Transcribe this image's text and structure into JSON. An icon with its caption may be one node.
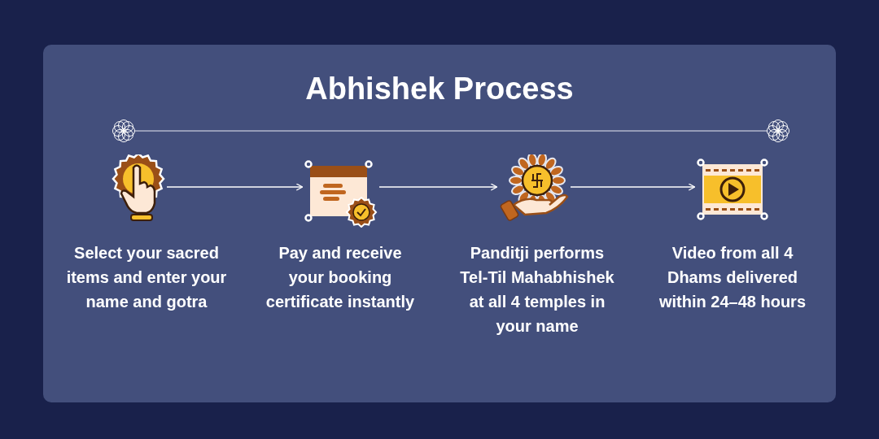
{
  "diagram": {
    "title": "Abhishek Process",
    "nodes": [
      {
        "text": [
          "Select your sacred items and enter your name and gotra"
        ]
      },
      {
        "text": [
          "Pay and receive your booking certificate instantly"
        ]
      },
      {
        "text": [
          "Panditji performs Tel-Til Mahabhishek at all 4 temples in your name"
        ]
      },
      {
        "text": [
          "Video from all 4 Dhams delivered within 24–48 hours"
        ]
      }
    ],
    "edges": [
      {
        "from": 0,
        "to": 1,
        "arrow": "to"
      },
      {
        "from": 1,
        "to": 2,
        "arrow": "to"
      },
      {
        "from": 2,
        "to": 3,
        "arrow": "to"
      }
    ]
  }
}
